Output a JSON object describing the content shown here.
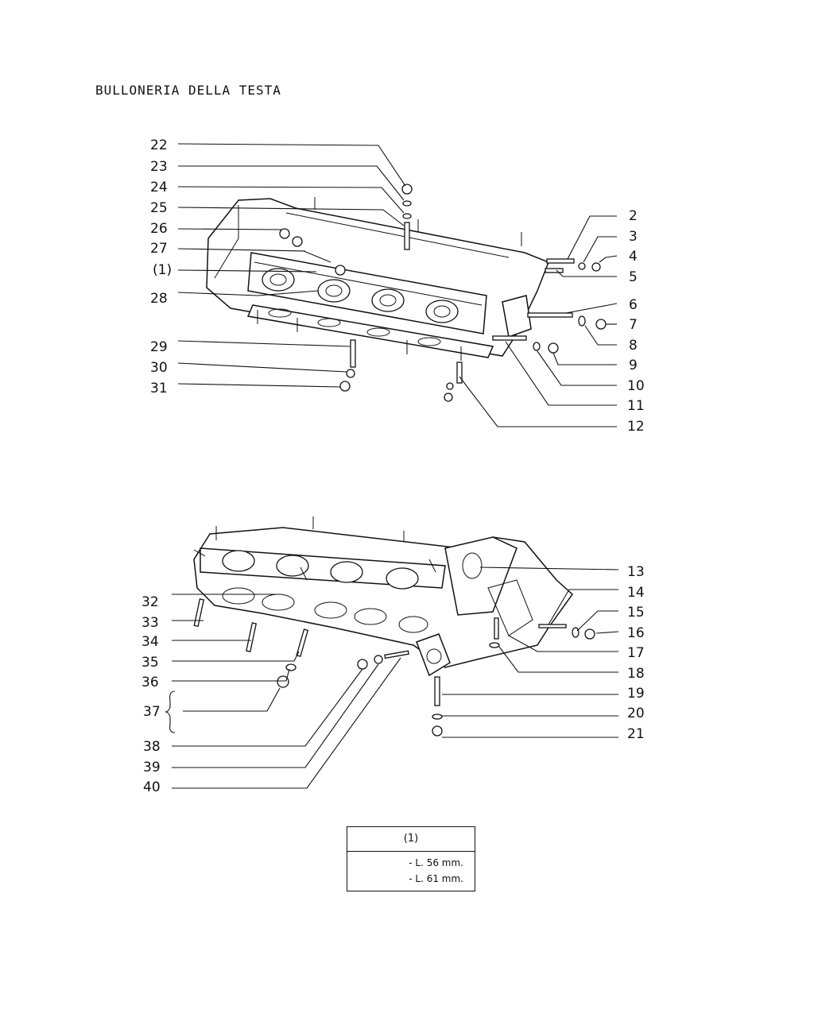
{
  "title": "BULLONERIA DELLA TESTA",
  "callouts_top": {
    "left": [
      "22",
      "23",
      "24",
      "25",
      "26",
      "27",
      "(1)",
      "28",
      "29",
      "30",
      "31"
    ],
    "right": [
      "2",
      "3",
      "4",
      "5",
      "6",
      "7",
      "8",
      "9",
      "10",
      "11",
      "12"
    ]
  },
  "callouts_bottom": {
    "left": [
      "32",
      "33",
      "34",
      "35",
      "36",
      "37",
      "38",
      "39",
      "40"
    ],
    "right": [
      "13",
      "14",
      "15",
      "16",
      "17",
      "18",
      "19",
      "20",
      "21"
    ]
  },
  "legend": {
    "header": "(1)",
    "rows": [
      "- L. 56 mm.",
      "- L. 61 mm."
    ]
  }
}
